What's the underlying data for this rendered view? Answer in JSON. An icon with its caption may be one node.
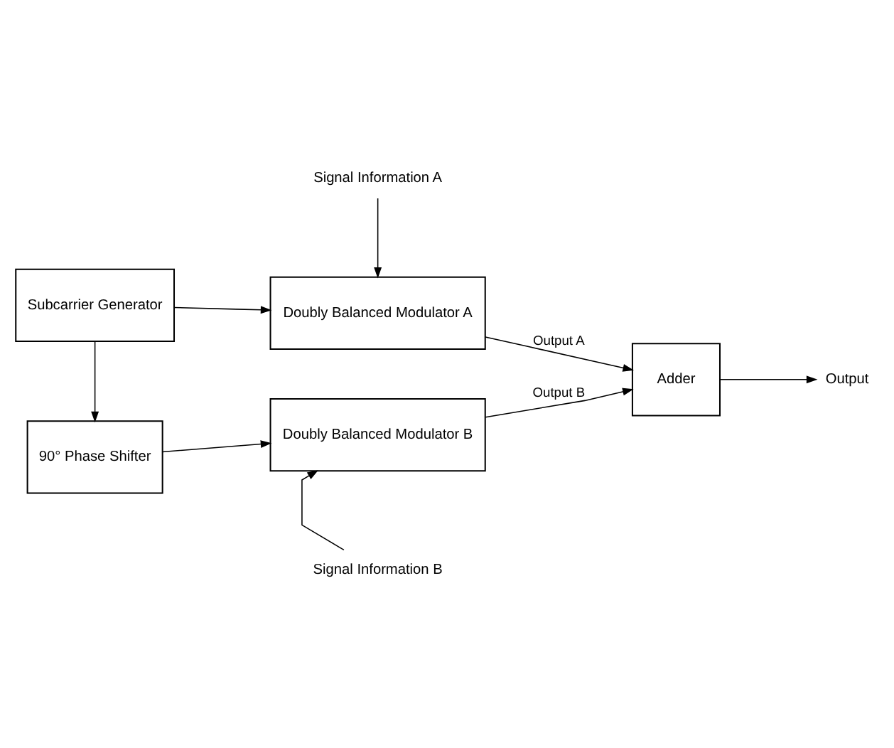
{
  "diagram": {
    "nodes": [
      {
        "text": [
          "Subcarrier Generator"
        ]
      },
      {
        "text": [
          "Signal Information A"
        ]
      },
      {
        "text": [
          "Doubly Balanced Modulator A"
        ]
      },
      {
        "text": [
          "Adder"
        ]
      },
      {
        "text": [
          "Output"
        ]
      },
      {
        "text": [
          "90° Phase Shifter"
        ]
      },
      {
        "text": [
          "Doubly Balanced Modulator B"
        ]
      },
      {
        "text": [
          "Signal Information B"
        ]
      }
    ],
    "edges": [
      {
        "from": 1,
        "to": 2,
        "arrow": "to"
      },
      {
        "from": 0,
        "to": 2,
        "arrow": "to"
      },
      {
        "from": 0,
        "to": 5,
        "arrow": "to"
      },
      {
        "from": 2,
        "to": 3,
        "arrow": "to",
        "label": "Output A"
      },
      {
        "from": 3,
        "to": 4,
        "arrow": "to"
      },
      {
        "from": 5,
        "to": 6,
        "arrow": "to"
      },
      {
        "from": 6,
        "to": 3,
        "arrow": "to",
        "label": "Output B"
      },
      {
        "from": 7,
        "to": 6,
        "arrow": "to"
      }
    ]
  }
}
